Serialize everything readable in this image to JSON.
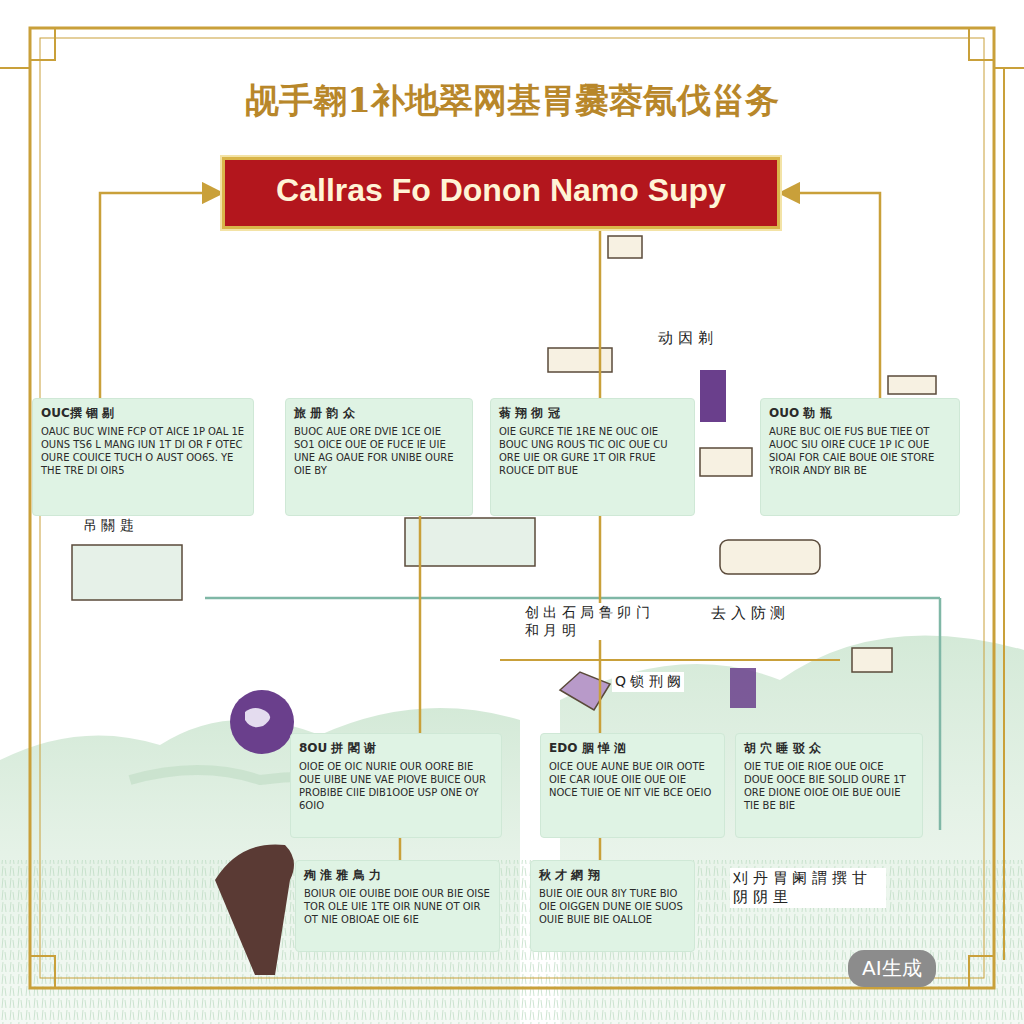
{
  "diagram": {
    "title": "觇手翱1补地翠网基胃爨蓉氝伐甾务",
    "nodes": [
      {
        "text": [
          "Callras Fo Donon Namo Supy"
        ]
      },
      {
        "text": [
          "OUC撰 锢 剔",
          "OAUC BUC WINE FCP OT AICE 1P OAL 1E OUNS TS6 L MANG IUN 1T DI OR F OTEC OURE COUICE TUCH O AUST OO6S. YE THE TRE DI OIR5"
        ]
      },
      {
        "text": [
          "旅 册 韵 众",
          "BUOC AUE ORE DVIE 1CE OIE SO1 OICE OUE OE FUCE IE UIE UNE AG OAUE FOR UNIBE OURE OIE BY"
        ]
      },
      {
        "text": [
          "蓊 翔 彻 冠",
          "OIE GURCE TIE 1RE NE OUC OIE BOUC UNG ROUS TIC OIC OUE CU ORE UIE OR GURE 1T OIR FRUE ROUCE DIT BUE"
        ]
      },
      {
        "text": [
          "OUO 勒 瓶",
          "AURE BUC OIE FUS BUE TIEE OT AUOC SIU OIRE CUCE 1P IC OUE SIOAI FOR CAIE BOUE OIE STORE YROIR ANDY BIR BE"
        ]
      },
      {
        "text": [
          "8OU 拼 閣 谢",
          "OIOE OE OIC NURIE OUR OORE BIE OUE UIBE UNE VAE PIOVE BUICE OUR PROBIBE CIIE DIB1OOE USP ONE OY 6OIO"
        ]
      },
      {
        "text": [
          "EDO 胭 惮 汹",
          "OICE OUE AUNE BUE OIR OOTE OIE CAR IOUE OIIE OUE OIE NOCE TUIE OE NIT VIE BCE OEIO"
        ]
      },
      {
        "text": [
          "胡 穴 睡 驳 众",
          "OIE TUE OIE RIOE OUE OICE DOUE OOCE BIE SOLID OURE 1T ORE DIONE OIOE OIE BUE OUIE TIE BE BIE"
        ]
      },
      {
        "text": [
          "殉 淮 雅 鳥 力",
          "BOIUR OIE OUIBE DOIE OUR BIE OISE TOR OLE UIE 1TE OIR NUNE OT OIR OT NIE OBIOAE OIE 6IE"
        ]
      },
      {
        "text": [
          "秋 才 網 翔",
          "BUIE OIE OUR 8IY TURE BIO OIE OIGGEN DUNE OIE SUOS OUIE BUIE BIE OALLOE"
        ]
      }
    ],
    "edges": [
      {
        "from": 1,
        "to": 0,
        "arrow": "to"
      },
      {
        "from": 4,
        "to": 0,
        "arrow": "to"
      },
      {
        "from": 0,
        "to": 3,
        "arrow": "none"
      },
      {
        "from": 2,
        "to": 5,
        "arrow": "none"
      },
      {
        "from": 3,
        "to": 6,
        "arrow": "none"
      },
      {
        "from": 5,
        "to": 8,
        "arrow": "none"
      },
      {
        "from": 6,
        "to": 9,
        "arrow": "none"
      }
    ],
    "labels": [
      "动 因 剃",
      "吊 關 韪",
      "创 出 石 局 鲁 卯 门 和 月 明",
      "去 入 防 测",
      "Q 锁 刑 阙",
      "刈 丹 胃 阑 謂 撰 甘 阴 阴 里",
      "AI生成"
    ]
  }
}
